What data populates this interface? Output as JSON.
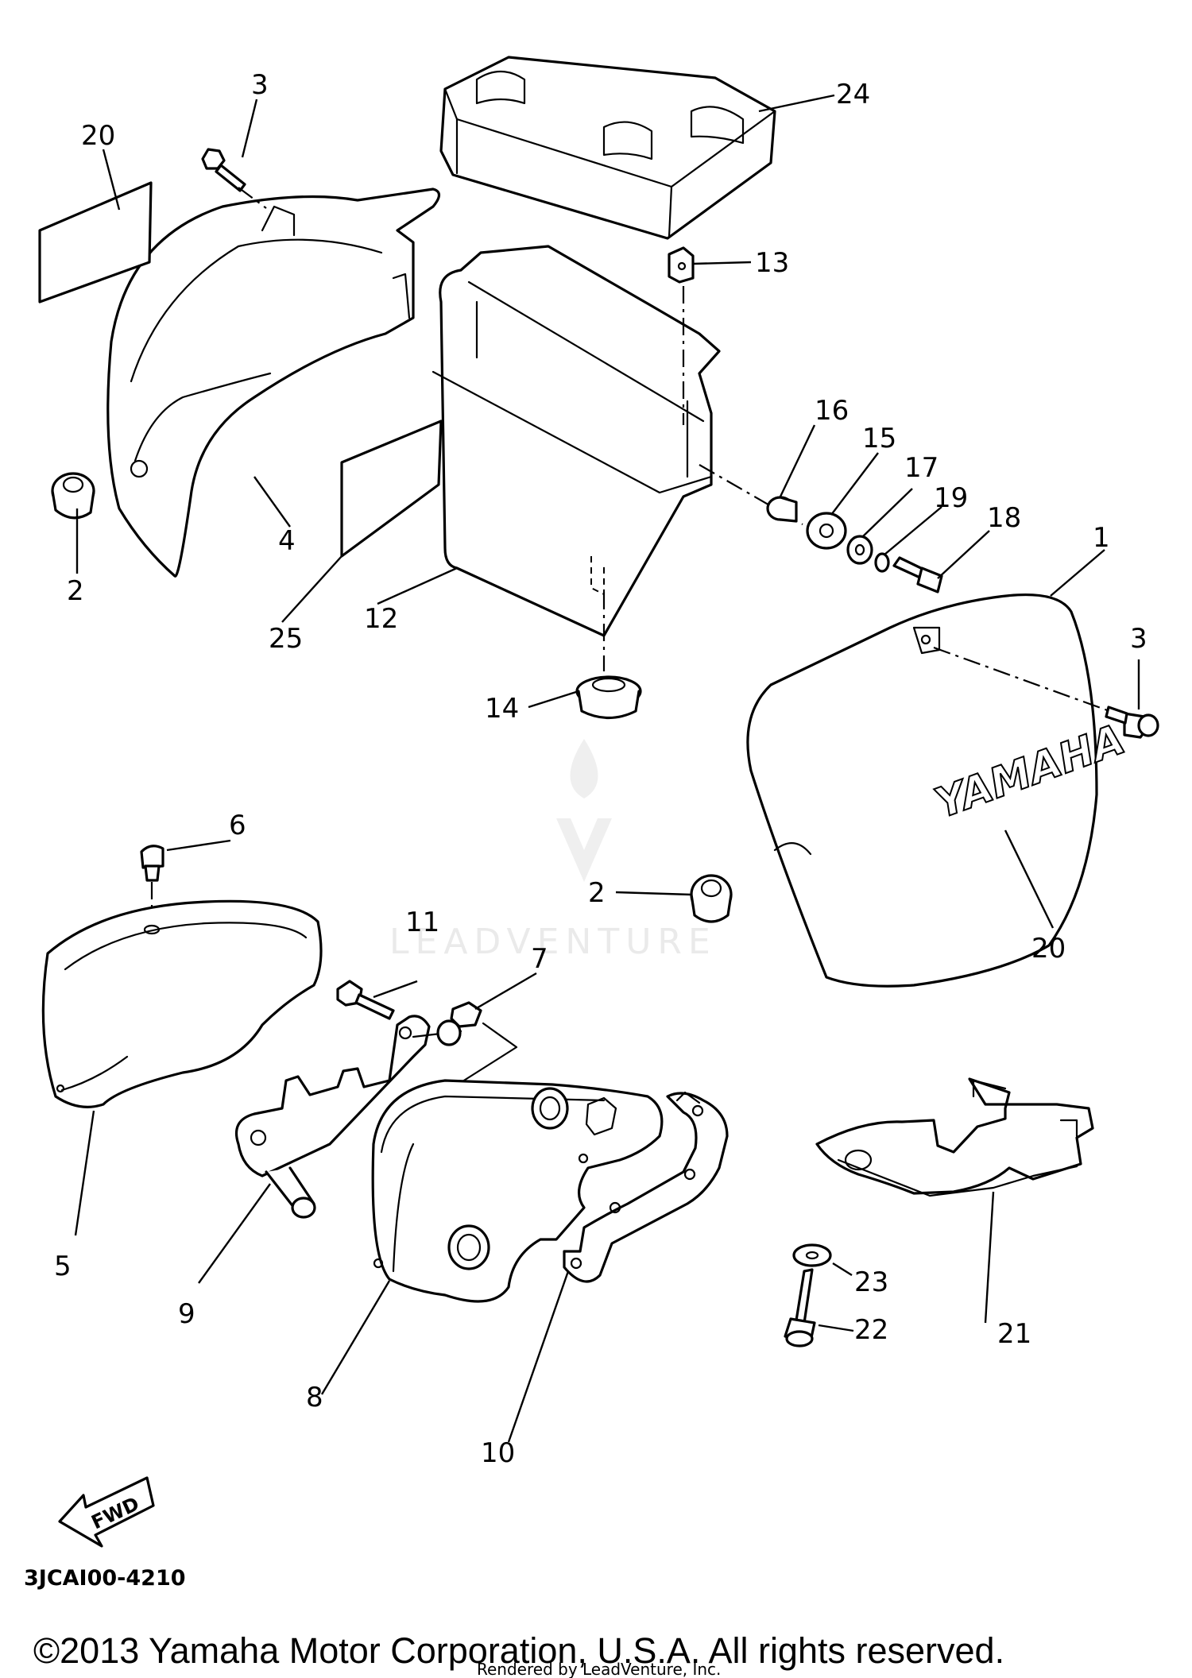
{
  "diagram": {
    "parts": [
      {
        "id": "p1",
        "label": "1"
      },
      {
        "id": "p2a",
        "label": "2"
      },
      {
        "id": "p2b",
        "label": "2"
      },
      {
        "id": "p3a",
        "label": "3"
      },
      {
        "id": "p3b",
        "label": "3"
      },
      {
        "id": "p4",
        "label": "4"
      },
      {
        "id": "p5",
        "label": "5"
      },
      {
        "id": "p6",
        "label": "6"
      },
      {
        "id": "p7",
        "label": "7"
      },
      {
        "id": "p8",
        "label": "8"
      },
      {
        "id": "p9",
        "label": "9"
      },
      {
        "id": "p10",
        "label": "10"
      },
      {
        "id": "p11",
        "label": "11"
      },
      {
        "id": "p12",
        "label": "12"
      },
      {
        "id": "p13",
        "label": "13"
      },
      {
        "id": "p14",
        "label": "14"
      },
      {
        "id": "p15",
        "label": "15"
      },
      {
        "id": "p16",
        "label": "16"
      },
      {
        "id": "p17",
        "label": "17"
      },
      {
        "id": "p18",
        "label": "18"
      },
      {
        "id": "p19",
        "label": "19"
      },
      {
        "id": "p20a",
        "label": "20"
      },
      {
        "id": "p20b",
        "label": "20"
      },
      {
        "id": "p21",
        "label": "21"
      },
      {
        "id": "p22",
        "label": "22"
      },
      {
        "id": "p23",
        "label": "23"
      },
      {
        "id": "p24",
        "label": "24"
      },
      {
        "id": "p25",
        "label": "25"
      }
    ],
    "emblem_text": "YAMAHA",
    "fwd_text": "FWD",
    "diagram_code": "3JCAI00-4210",
    "watermark_text": "LEADVENTURE"
  },
  "footer": {
    "copyright": "©2013 Yamaha Motor Corporation, U.S.A. All rights reserved.",
    "rendered_by": "Rendered by LeadVenture, Inc."
  }
}
